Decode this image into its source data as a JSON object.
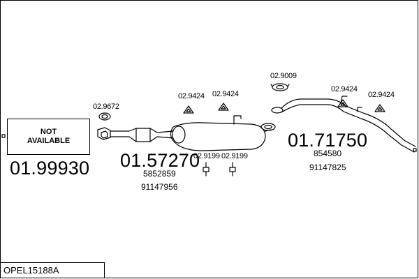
{
  "title_code": "OPEL15188A",
  "not_available": {
    "line1": "NOT",
    "line2": "AVAILABLE"
  },
  "parts": {
    "front": {
      "number": "01.99930"
    },
    "middle": {
      "number": "01.57270",
      "ref1": "5852859",
      "ref2": "91147956"
    },
    "rear": {
      "number": "01.71750",
      "ref1": "854580",
      "ref2": "91147825"
    }
  },
  "accessories": {
    "gasket_front": "02.9672",
    "hanger_mid_1": "02.9424",
    "hanger_mid_2": "02.9424",
    "rubber_1": "02.9199",
    "rubber_2": "02.9199",
    "clamp_rear": "02.9009",
    "hanger_rear_1": "02.9424",
    "hanger_rear_2": "02.9424"
  }
}
